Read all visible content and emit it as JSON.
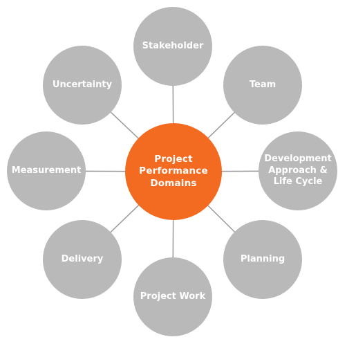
{
  "diagram": {
    "center": {
      "label": "Project\nPerformance\nDomains",
      "color": "#f36b21"
    },
    "node_color": "#b9b9b9",
    "line_color": "#9a9a9a",
    "domains": [
      {
        "label": "Stakeholder"
      },
      {
        "label": "Team"
      },
      {
        "label": "Development\nApproach &\nLife Cycle"
      },
      {
        "label": "Planning"
      },
      {
        "label": "Project Work"
      },
      {
        "label": "Delivery"
      },
      {
        "label": "Measurement"
      },
      {
        "label": "Uncertainty"
      }
    ]
  }
}
